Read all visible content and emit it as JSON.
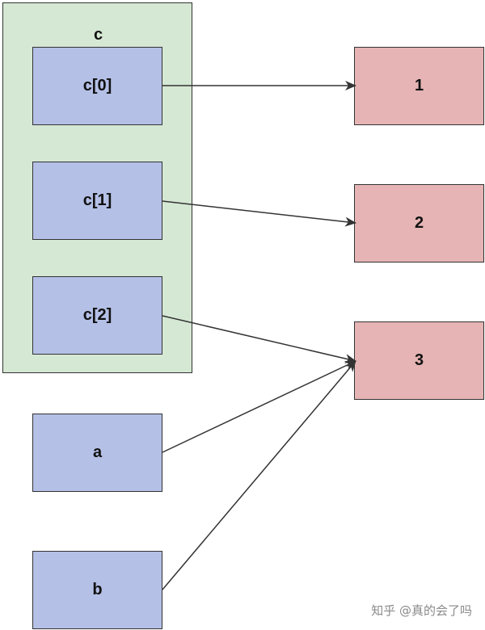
{
  "container": {
    "label": "c"
  },
  "nodes": {
    "c0": "c[0]",
    "c1": "c[1]",
    "c2": "c[2]",
    "a": "a",
    "b": "b",
    "v1": "1",
    "v2": "2",
    "v3": "3"
  },
  "edges": [
    {
      "from": "c[0]",
      "to": "1"
    },
    {
      "from": "c[1]",
      "to": "2"
    },
    {
      "from": "c[2]",
      "to": "3"
    },
    {
      "from": "a",
      "to": "3"
    },
    {
      "from": "b",
      "to": "3"
    }
  ],
  "colors": {
    "container_fill": "#d5e8d4",
    "variable_fill": "#b4c0e6",
    "value_fill": "#e6b4b4",
    "stroke": "#333333"
  },
  "watermark": "知乎 @真的会了吗"
}
